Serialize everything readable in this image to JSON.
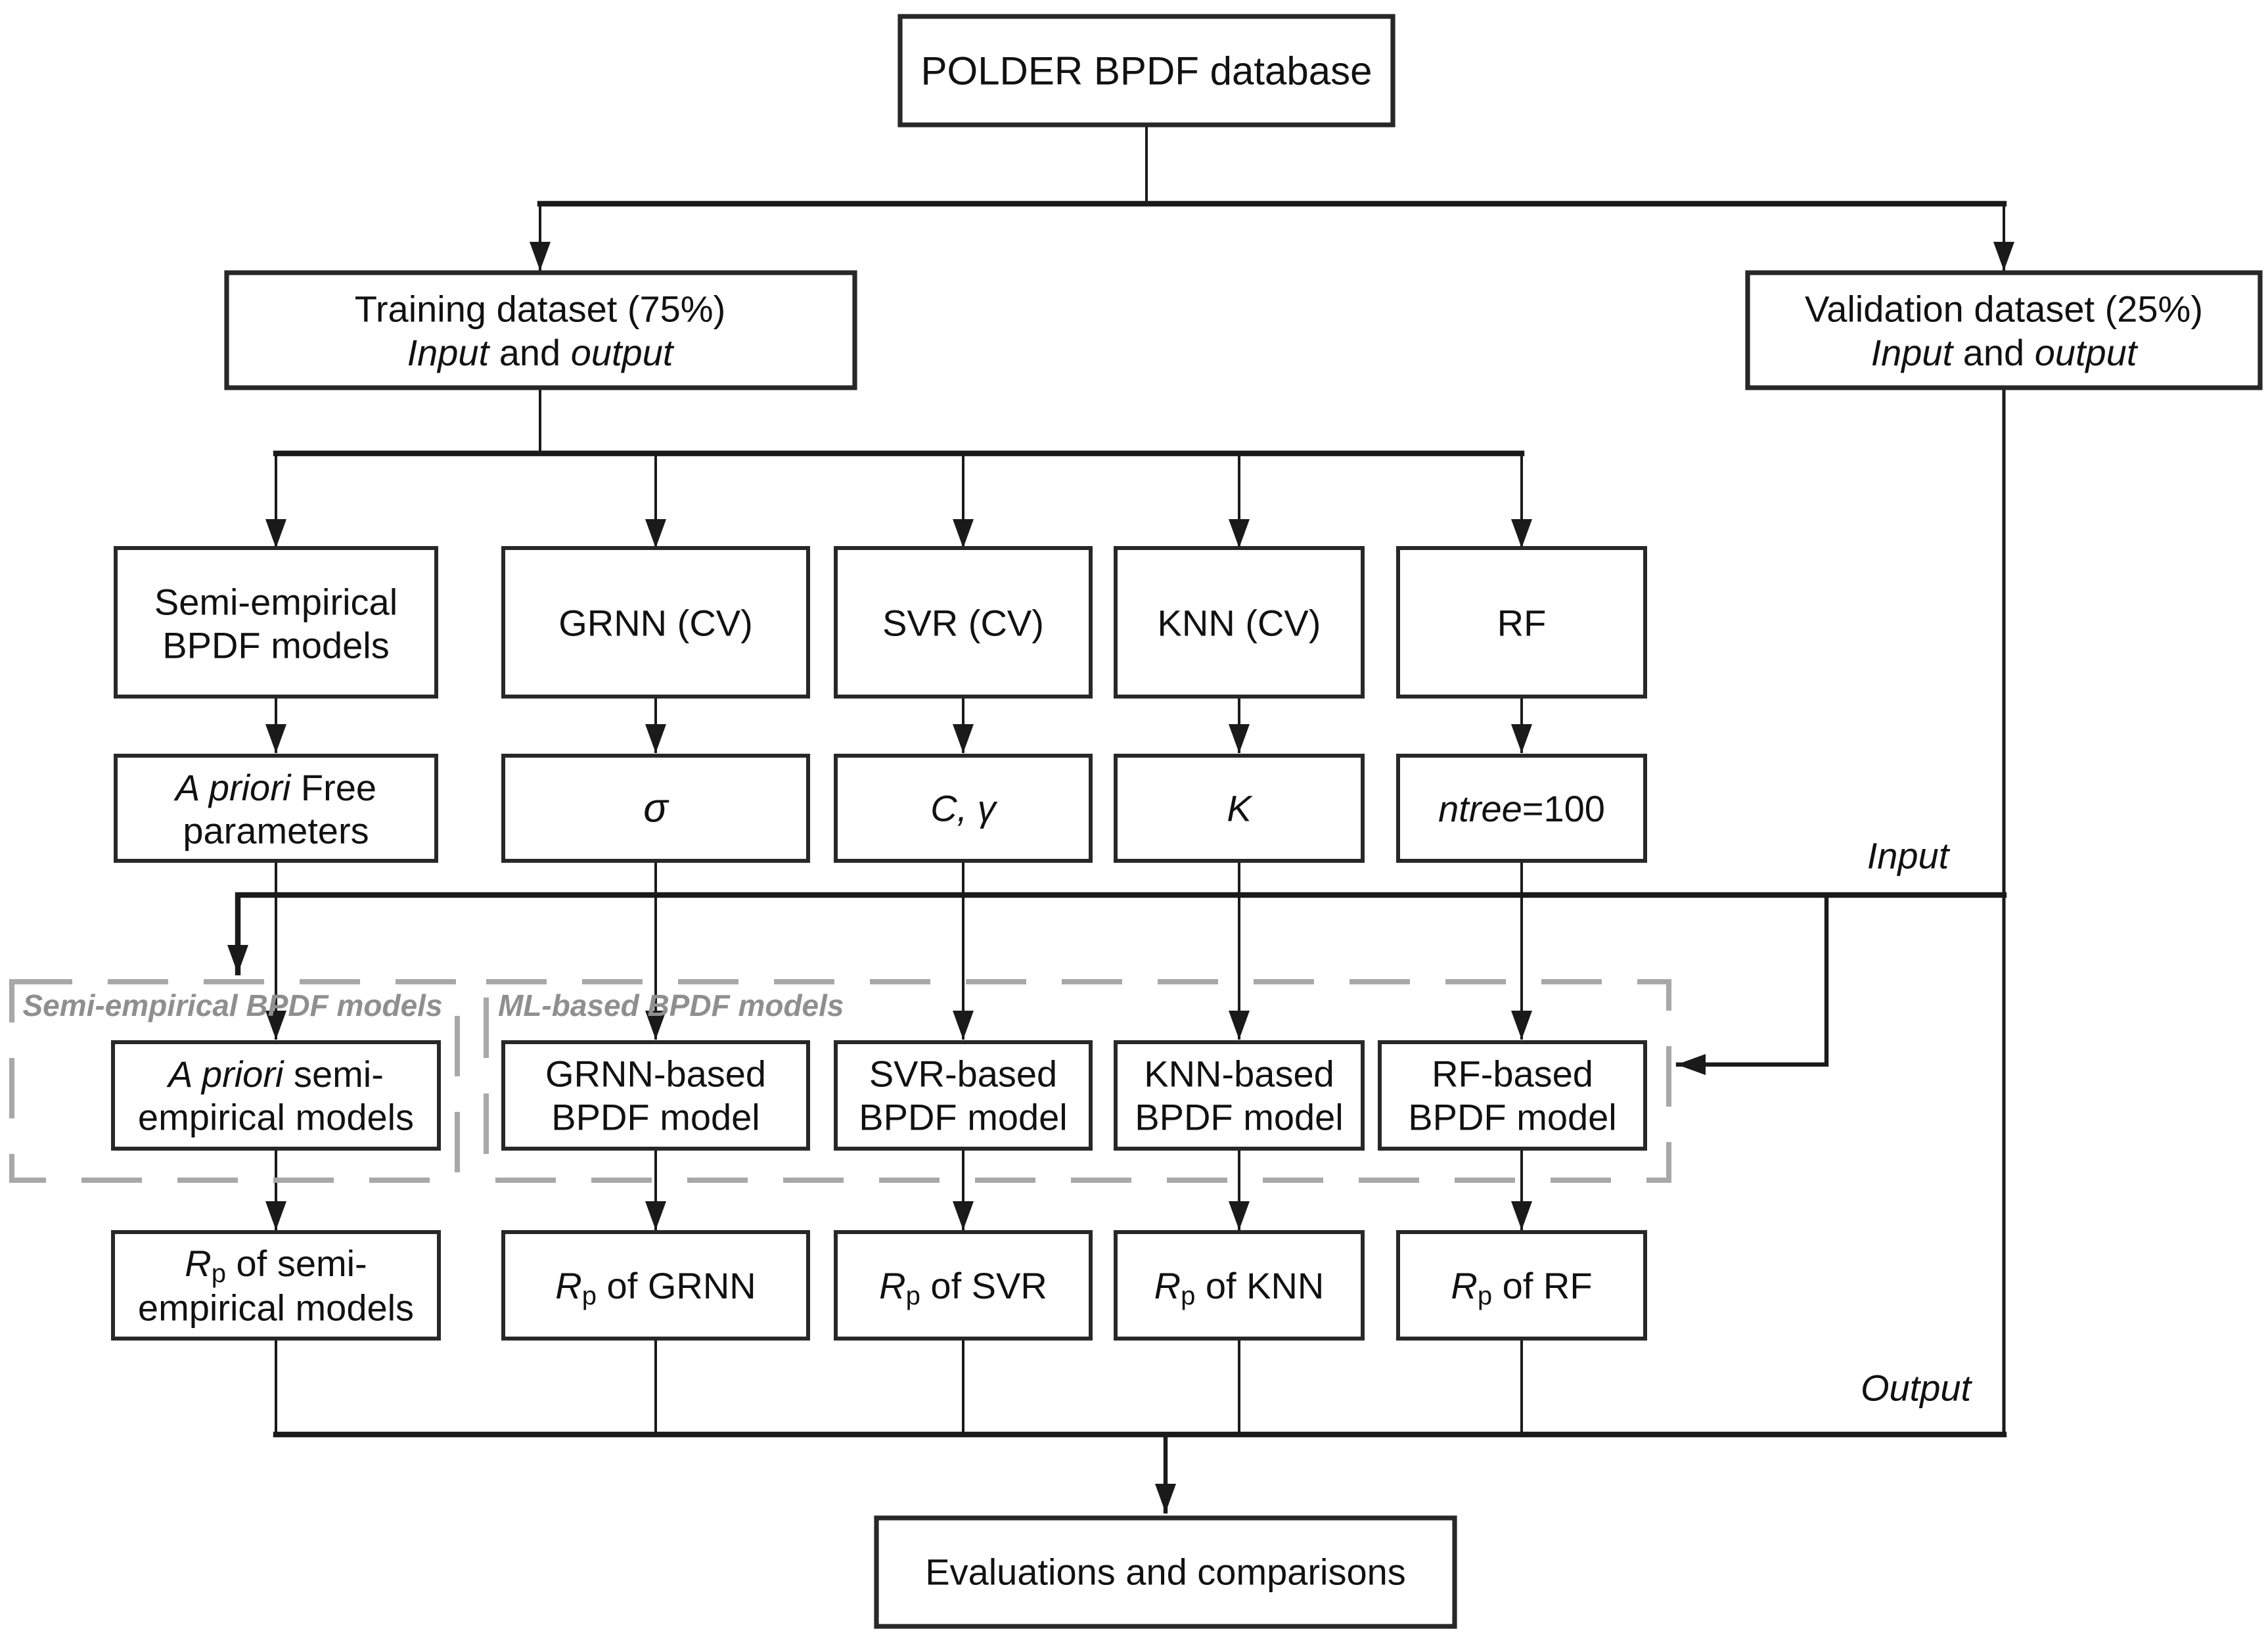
{
  "figure": {
    "database_box": {
      "label": "POLDER BPDF database"
    },
    "training_box": {
      "line1": "Training dataset (75%)",
      "input_word": "Input",
      "and_word": " and ",
      "output_word": "output"
    },
    "validation_box": {
      "line1": "Validation dataset (25%)",
      "input_word": "Input",
      "and_word": " and ",
      "output_word": "output"
    },
    "method_boxes": {
      "semi_empirical": {
        "line1": "Semi-empirical",
        "line2": "BPDF models"
      },
      "grnn": {
        "label": "GRNN (CV)"
      },
      "svr": {
        "label": "SVR (CV)"
      },
      "knn": {
        "label": "KNN (CV)"
      },
      "rf": {
        "label": "RF"
      }
    },
    "parameter_boxes": {
      "semi_empirical": {
        "italic1": "A priori",
        "rest1": " Free",
        "line2": "parameters"
      },
      "grnn": {
        "label": "σ"
      },
      "svr": {
        "label": "C, γ"
      },
      "knn": {
        "label": "K"
      },
      "rf": {
        "italic": "ntree",
        "rest": "=100"
      }
    },
    "group_labels": {
      "semi_empirical": "Semi-empirical BPDF models",
      "ml_based": "ML-based BPDF models"
    },
    "model_boxes": {
      "semi_empirical": {
        "italic1": "A priori",
        "rest1": " semi-",
        "line2": "empirical models"
      },
      "grnn": {
        "line1": "GRNN-based",
        "line2": "BPDF model"
      },
      "svr": {
        "line1": "SVR-based",
        "line2": "BPDF model"
      },
      "knn": {
        "line1": "KNN-based",
        "line2": "BPDF model"
      },
      "rf": {
        "line1": "RF-based",
        "line2": "BPDF model"
      }
    },
    "result_boxes": {
      "semi_empirical": {
        "r": "R",
        "sub": "p",
        "rest1": " of semi-",
        "line2": "empirical models"
      },
      "grnn": {
        "r": "R",
        "sub": "p",
        "rest": " of GRNN"
      },
      "svr": {
        "r": "R",
        "sub": "p",
        "rest": " of SVR"
      },
      "knn": {
        "r": "R",
        "sub": "p",
        "rest": " of KNN"
      },
      "rf": {
        "r": "R",
        "sub": "p",
        "rest": " of RF"
      }
    },
    "flow_labels": {
      "input": "Input",
      "output": "Output"
    },
    "evaluation_box": {
      "label": "Evaluations and comparisons"
    },
    "colors": {
      "line": "#1a1a1a",
      "box_border": "#282828",
      "dashed_border": "#a8a8a8",
      "group_label": "#8f8f8f",
      "text": "#111111",
      "background": "#ffffff"
    }
  }
}
